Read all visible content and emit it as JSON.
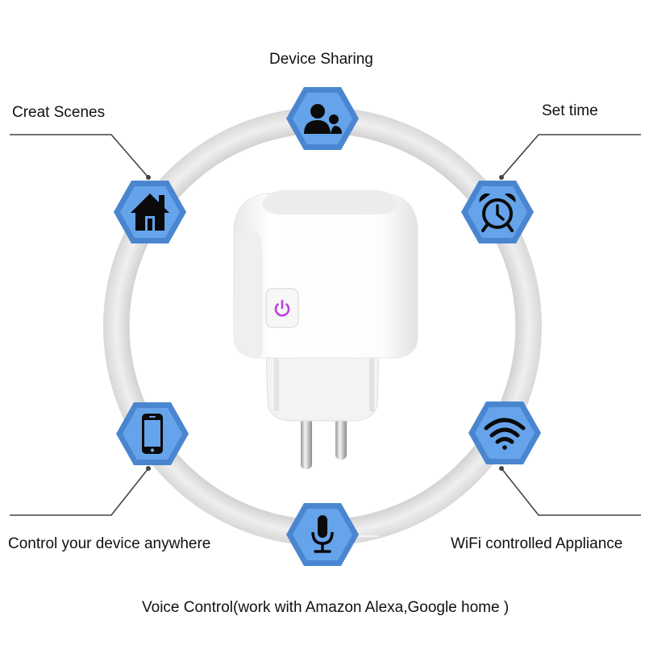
{
  "features": {
    "device_sharing": {
      "label": "Device Sharing",
      "icon": "users-icon"
    },
    "creat_scenes": {
      "label": "Creat Scenes",
      "icon": "home-icon"
    },
    "set_time": {
      "label": "Set time",
      "icon": "alarm-clock-icon"
    },
    "control_anywhere": {
      "label": "Control your device anywhere",
      "icon": "smartphone-icon"
    },
    "wifi_appliance": {
      "label": "WiFi controlled Appliance",
      "icon": "wifi-icon"
    },
    "voice_control": {
      "label": "Voice Control(work with Amazon Alexa,Google home )",
      "icon": "microphone-icon"
    }
  },
  "product": {
    "name": "smart-plug",
    "power_button_icon": "power-icon"
  },
  "colors": {
    "hex_outer": "#4a86d0",
    "hex_inner": "#65a3ea",
    "icon": "#0a0a0a",
    "ring": "#e6e6e6",
    "leader_line": "#444444",
    "power_glow": "#c040e0"
  }
}
